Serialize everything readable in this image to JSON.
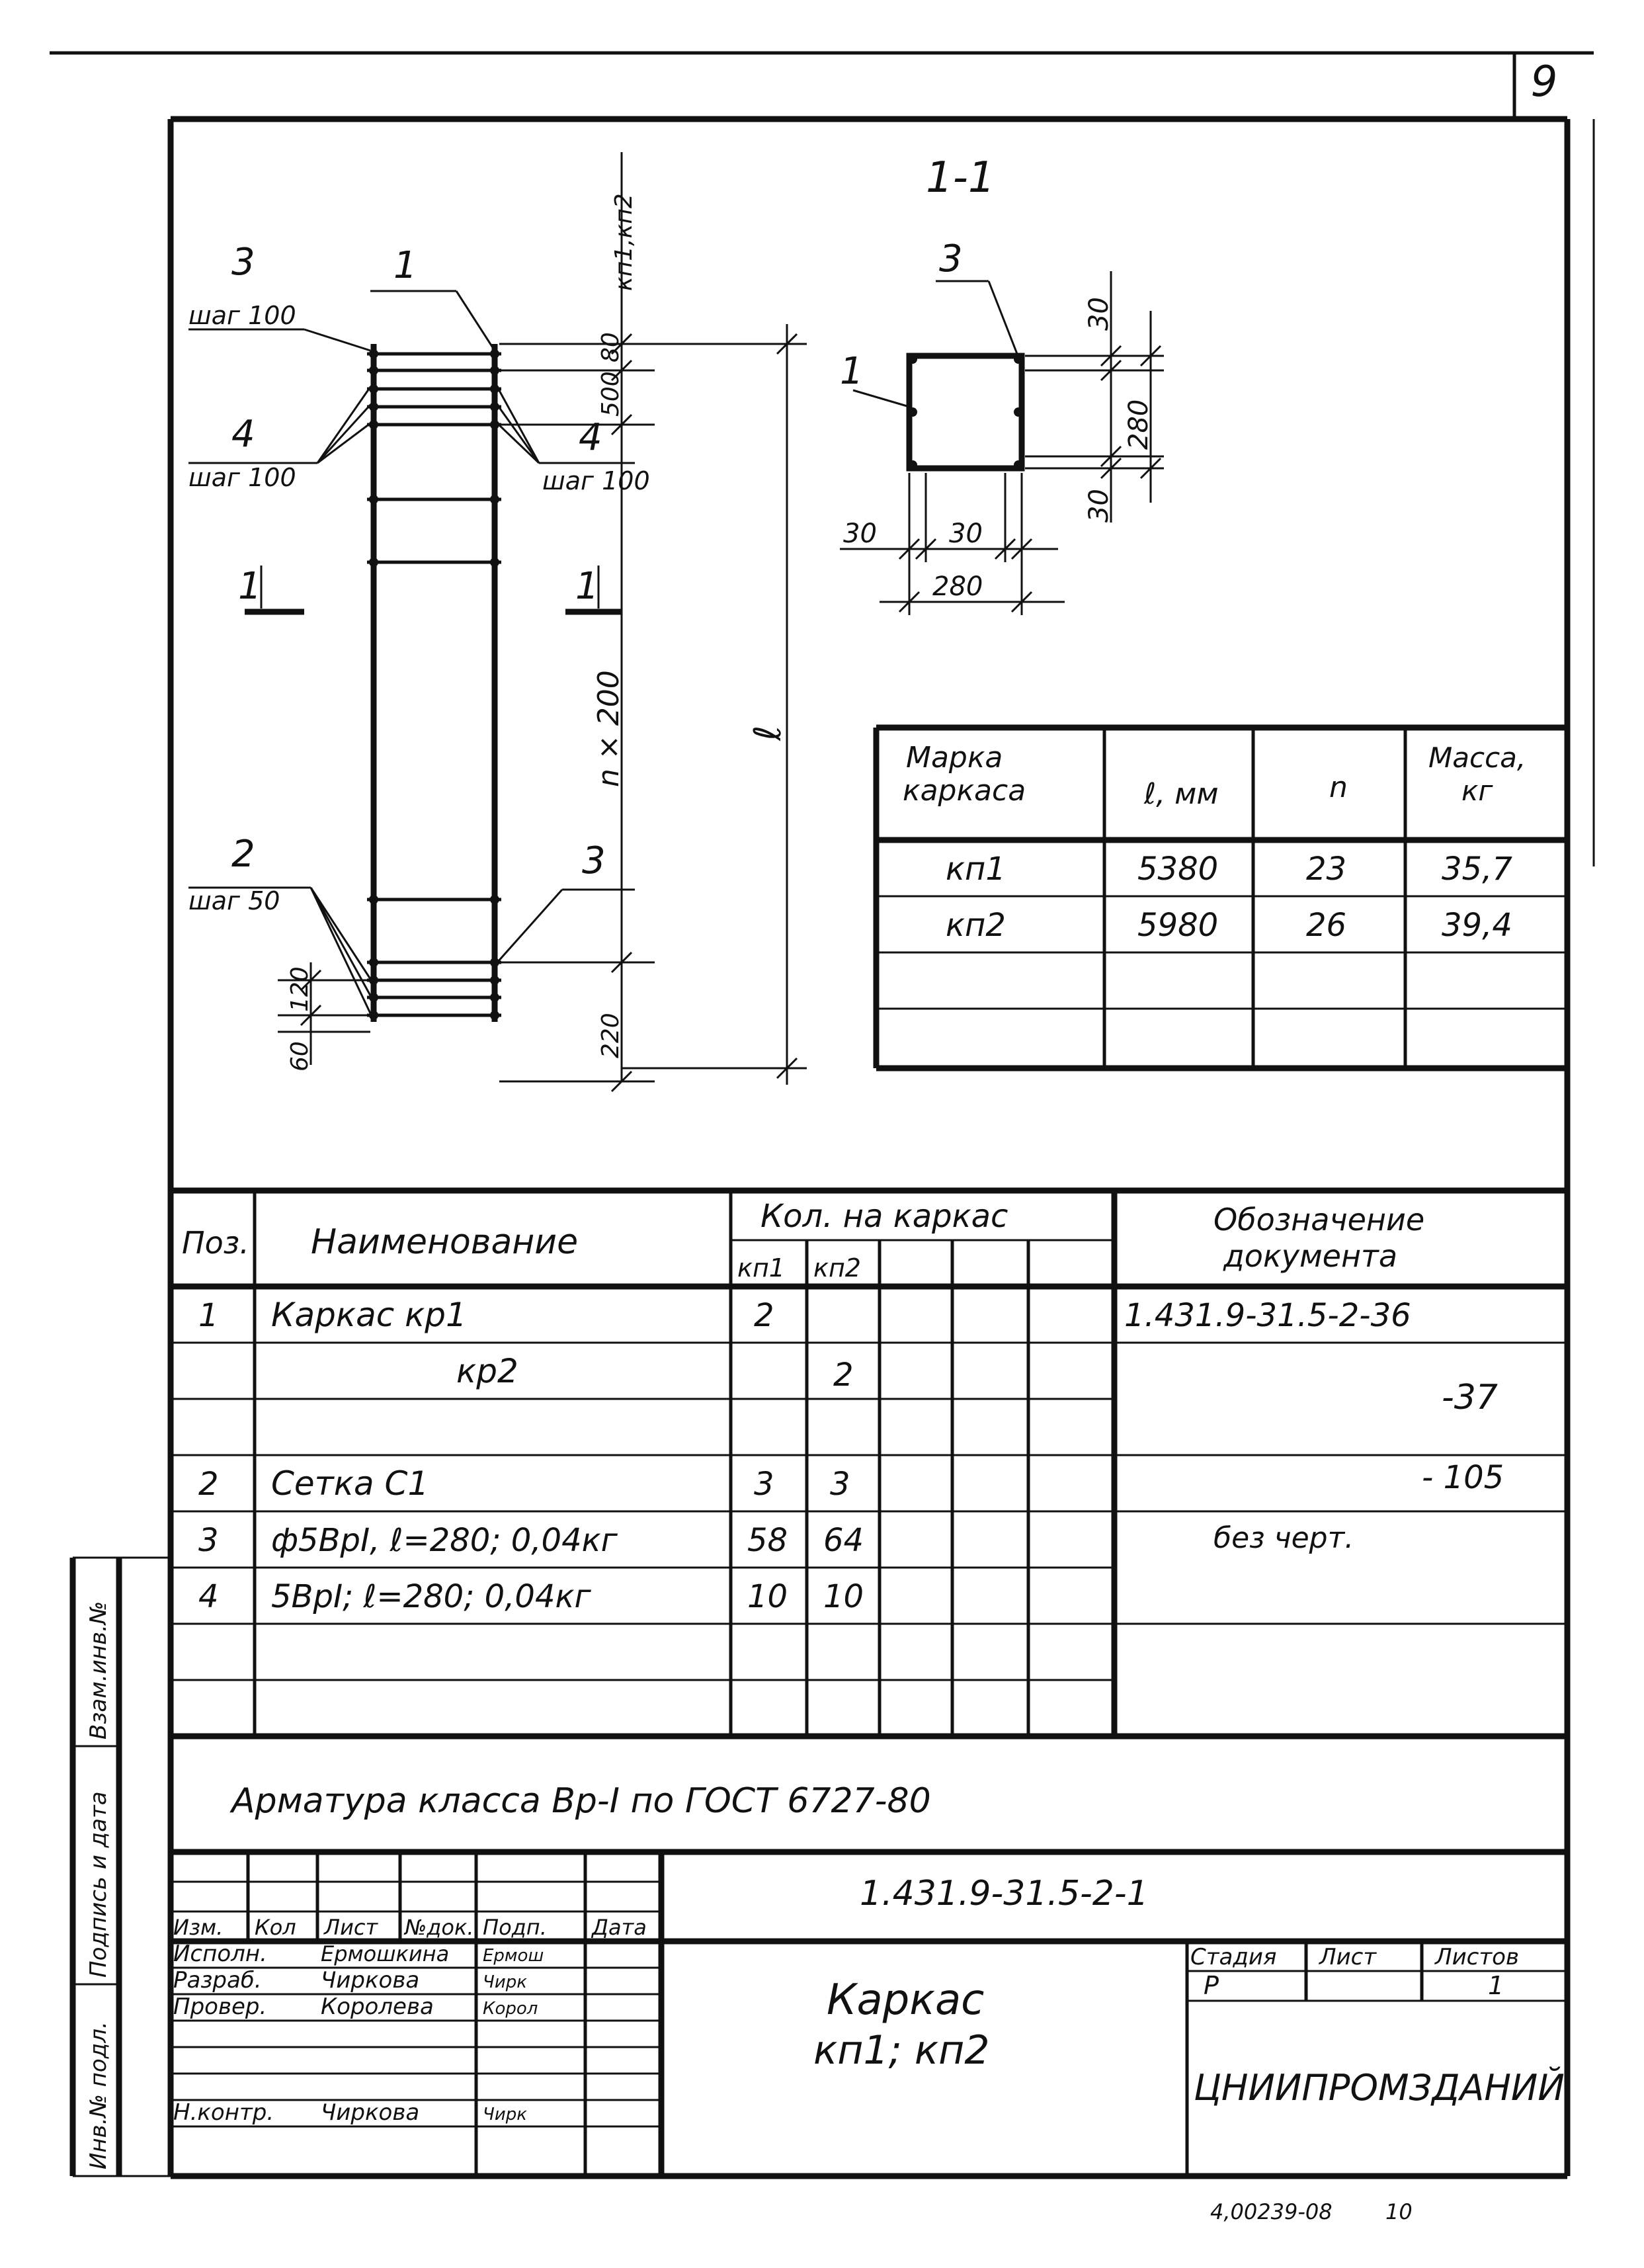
{
  "sheet_number": "9",
  "section": {
    "title": "1-1",
    "labels": [
      "3",
      "1"
    ],
    "dims": [
      "30",
      "280",
      "30",
      "30",
      "30",
      "280"
    ]
  },
  "elevation": {
    "callouts": {
      "pos3": "3",
      "pos3_step": "шаг 100",
      "pos1": "1",
      "pos4_left": "4",
      "pos4_left_step": "шаг 100",
      "pos4_right": "4",
      "pos4_right_step": "шаг 100",
      "pos2": "2",
      "pos2_step": "шаг 50",
      "pos3_low": "3"
    },
    "section_mark": "1",
    "dims": {
      "top_label": "кп1,кп2",
      "d80": "80",
      "d500": "500",
      "n200": "n × 200",
      "d220": "220",
      "l": "ℓ",
      "d120": "120",
      "d60": "60"
    }
  },
  "mass_table": {
    "headers": [
      "Марка каркаса",
      "ℓ, мм",
      "n",
      "Масса, кг"
    ],
    "rows": [
      [
        "кп1",
        "5380",
        "23",
        "35,7"
      ],
      [
        "кп2",
        "5980",
        "26",
        "39,4"
      ],
      [
        "",
        "",
        "",
        ""
      ],
      [
        "",
        "",
        "",
        ""
      ]
    ]
  },
  "spec_table": {
    "h_pos": "Поз.",
    "h_name": "Наименование",
    "h_qty": "Кол. на каркас",
    "h_qty_sub": [
      "кп1",
      "кп2"
    ],
    "h_doc": "Обозначение документа",
    "rows": [
      {
        "pos": "1",
        "name": "Каркас кр1",
        "q1": "2",
        "q2": "",
        "doc": "1.431.9-31.5-2-36"
      },
      {
        "pos": "",
        "name": "кр2",
        "q1": "",
        "q2": "2",
        "doc": "-37"
      },
      {
        "pos": "",
        "name": "",
        "q1": "",
        "q2": "",
        "doc": ""
      },
      {
        "pos": "2",
        "name": "Сетка С1",
        "q1": "3",
        "q2": "3",
        "doc": "- 105"
      },
      {
        "pos": "3",
        "name": "ф5ВрI, ℓ=280; 0,04кг",
        "q1": "58",
        "q2": "64",
        "doc": "без черт."
      },
      {
        "pos": "4",
        "name": "5ВрI; ℓ=280; 0,04кг",
        "q1": "10",
        "q2": "10",
        "doc": ""
      },
      {
        "pos": "",
        "name": "",
        "q1": "",
        "q2": "",
        "doc": ""
      },
      {
        "pos": "",
        "name": "",
        "q1": "",
        "q2": "",
        "doc": ""
      }
    ]
  },
  "note": "Арматура класса Вр-I по ГОСТ 6727-80",
  "title_block": {
    "doc_code": "1.431.9-31.5-2-1",
    "col_headers": [
      "Изм.",
      "Кол",
      "Лист",
      "№док.",
      "Подп.",
      "Дата"
    ],
    "people": [
      {
        "role": "Исполн.",
        "name": "Ермошкина",
        "sign": "Ермош"
      },
      {
        "role": "Разраб.",
        "name": "Чиркова",
        "sign": "Чирк"
      },
      {
        "role": "Провер.",
        "name": "Королева",
        "sign": "Корол"
      },
      {
        "role": "",
        "name": "",
        "sign": ""
      },
      {
        "role": "Н.контр.",
        "name": "Чиркова",
        "sign": "Чирк"
      }
    ],
    "drawing_title_1": "Каркас",
    "drawing_title_2": "кп1; кп2",
    "stage_h": "Стадия",
    "sheet_h": "Лист",
    "sheets_h": "Листов",
    "stage": "Р",
    "sheet": "",
    "sheets": "1",
    "org": "ЦНИИПРОМЗДАНИЙ"
  },
  "side_stamp": [
    "Инв.№ подл.",
    "Подпись и дата",
    "Взам.инв.№"
  ],
  "footer_code": "4,00239-08",
  "footer_page": "10"
}
